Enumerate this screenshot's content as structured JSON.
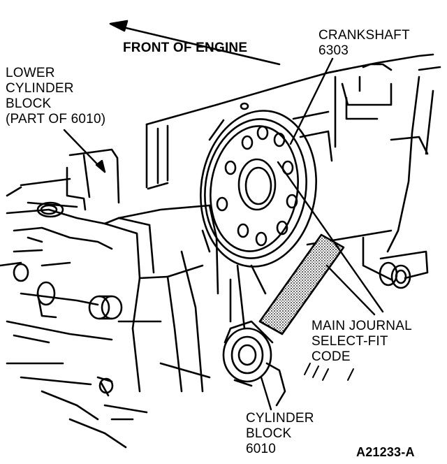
{
  "labels": {
    "front_of_engine": "FRONT OF ENGINE",
    "crankshaft": "CRANKSHAFT\n6303",
    "lower_cylinder_block": "LOWER\nCYLINDER\nBLOCK\n(PART OF 6010)",
    "main_journal_code": "MAIN JOURNAL\nSELECT-FIT\nCODE",
    "cylinder_block": "CYLINDER\nBLOCK\n6010",
    "figure_id": "A21233-A"
  }
}
